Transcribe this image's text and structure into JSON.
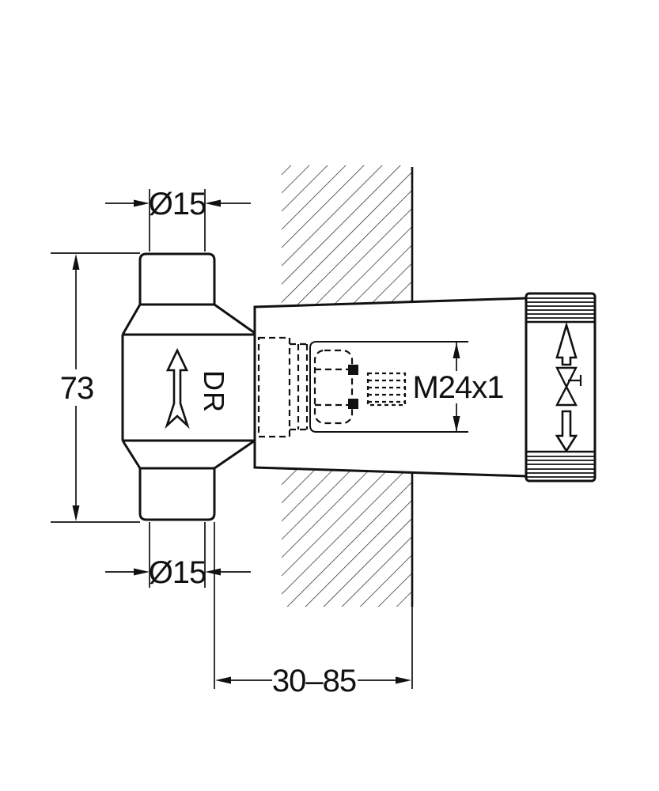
{
  "page": {
    "background": "#ffffff"
  },
  "drawing": {
    "kind": "concealed-valve-installation-drawing",
    "line_color": "#111111",
    "dimensions": {
      "inlet_diameter_top": "Ø15",
      "inlet_diameter_bottom": "Ø15",
      "body_height": "73",
      "thread_size": "M24x1",
      "installation_depth_range": "30–85"
    },
    "markings": {
      "flow_direction": "DR"
    }
  }
}
